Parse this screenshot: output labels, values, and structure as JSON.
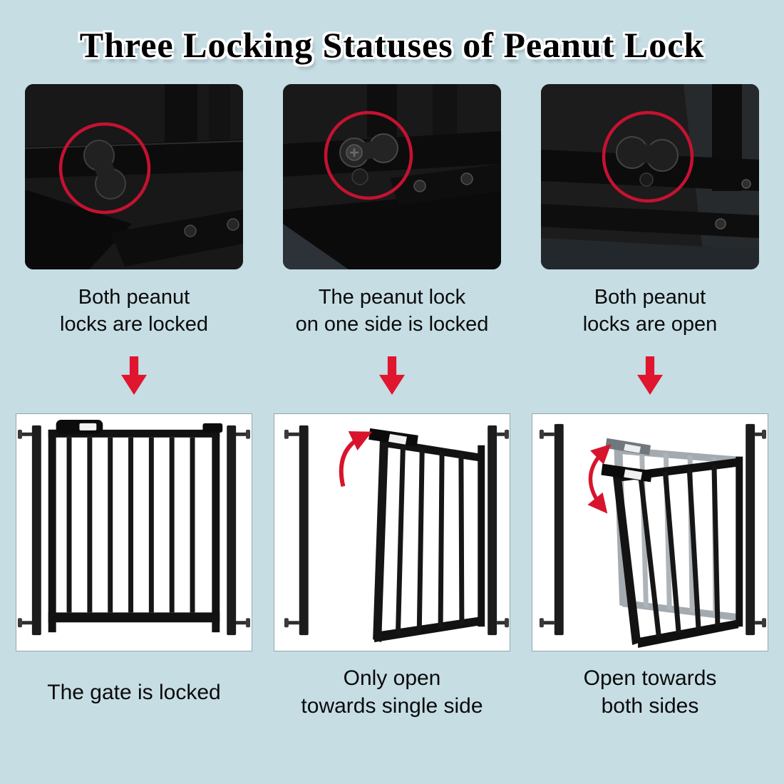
{
  "title": "Three Locking Statuses of  Peanut Lock",
  "colors": {
    "page_background": "#c6dde4",
    "accent_red": "#e0152e",
    "highlight_circle_red": "#c51230",
    "photo_dark": "#161616",
    "gate_box_background": "#ffffff",
    "ghost_gate_gray": "#8e979d"
  },
  "columns": [
    {
      "top_caption": "Both peanut\nlocks are locked",
      "bottom_caption": "The gate is locked"
    },
    {
      "top_caption": "The peanut lock\non one side is locked",
      "bottom_caption": "Only open\ntowards single side"
    },
    {
      "top_caption": "Both peanut\nlocks are open",
      "bottom_caption": "Open towards\nboth sides"
    }
  ]
}
